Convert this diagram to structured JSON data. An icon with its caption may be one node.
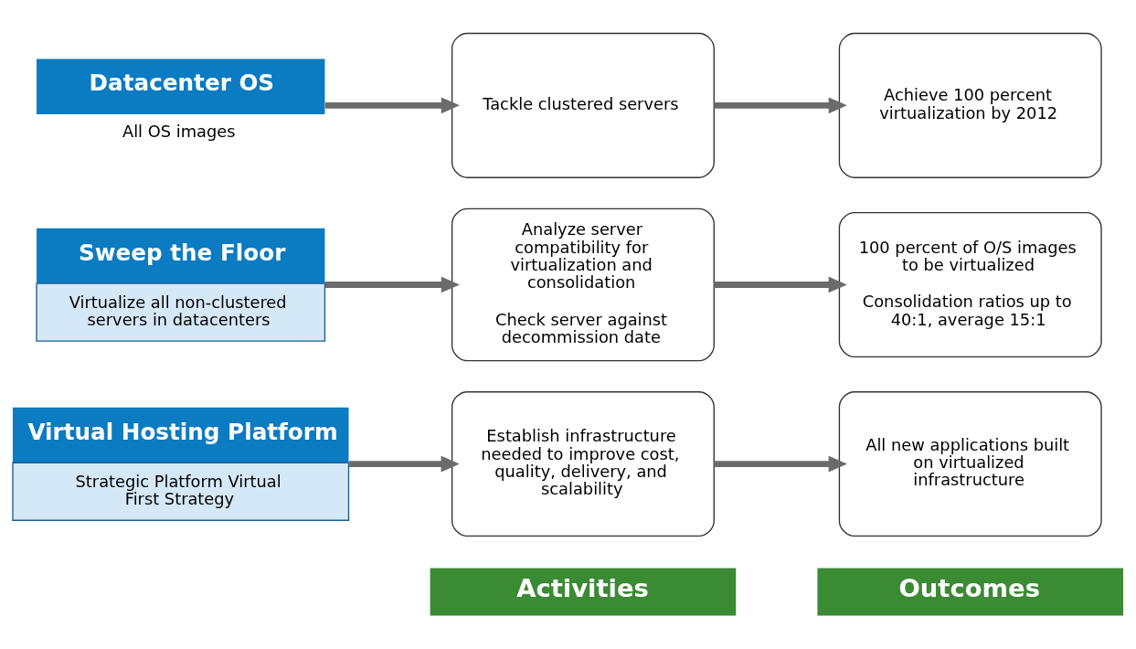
{
  "diagram": {
    "nodes": [
      {
        "text": [
          "Activities"
        ]
      },
      {
        "text": [
          "Outcomes"
        ]
      },
      {
        "text": [
          "Virtual Hosting Platform",
          "Strategic Platform Virtual First Strategy"
        ]
      },
      {
        "text": [
          "Establish infrastructure needed to improve cost, quality, delivery, and scalability"
        ]
      },
      {
        "text": [
          "All new applications built on virtualized infrastructure"
        ]
      },
      {
        "text": [
          "Sweep the Floor",
          "Virtualize all non-clustered servers in datacenters"
        ]
      },
      {
        "text": [
          "Analyze server compatibility for virtualization and consolidation",
          "Check server against decommission date"
        ]
      },
      {
        "text": [
          "100 percent of O/S images to be virtualized",
          "Consolidation ratios up to 40:1, average 15:1"
        ]
      },
      {
        "text": [
          "Datacenter OS"
        ],
        "beside": [
          "All OS images"
        ]
      },
      {
        "text": [
          "Tackle clustered servers"
        ]
      },
      {
        "text": [
          "Achieve 100 percent virtualization by 2012"
        ]
      }
    ],
    "edges": [
      {
        "from": 2,
        "to": 3,
        "arrow": "to"
      },
      {
        "from": 3,
        "to": 4,
        "arrow": "to"
      },
      {
        "from": 5,
        "to": 6,
        "arrow": "to"
      },
      {
        "from": 6,
        "to": 7,
        "arrow": "to"
      },
      {
        "from": 8,
        "to": 9,
        "arrow": "to"
      },
      {
        "from": 9,
        "to": 10,
        "arrow": "to"
      }
    ]
  }
}
